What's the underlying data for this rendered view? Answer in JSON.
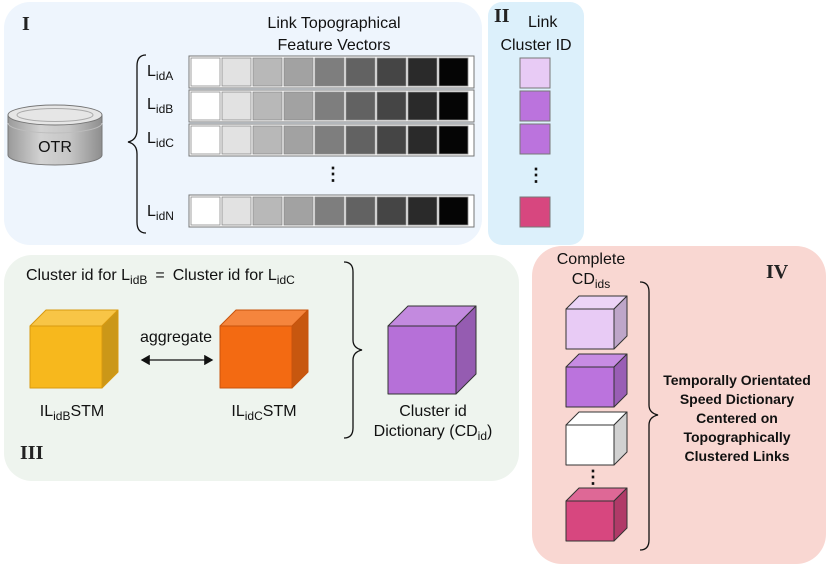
{
  "panels": {
    "one": {
      "numeral": "I",
      "title_line1": "Link Topographical",
      "title_line2": "Feature Vectors",
      "db_label": "OTR",
      "rows": [
        {
          "L": "L",
          "sub": "idA"
        },
        {
          "L": "L",
          "sub": "idB"
        },
        {
          "L": "L",
          "sub": "idC"
        },
        {
          "L": "L",
          "sub": "idN"
        }
      ],
      "ellipsis": "⋮",
      "colors": {
        "background": "#eef5fd",
        "gradient": [
          "#ffffff",
          "#e2e2e2",
          "#b8b8b8",
          "#a2a2a2",
          "#7e7e7e",
          "#626262",
          "#454545",
          "#2a2a2a",
          "#050505"
        ]
      }
    },
    "two": {
      "numeral": "II",
      "title_line1": "Link",
      "title_line2": "Cluster ID",
      "ellipsis": "⋮",
      "colors": {
        "background": "#dcf0fb",
        "swatches": [
          "#e8cbf5",
          "#bb73dd",
          "#bb73dd",
          "#d7477f"
        ]
      }
    },
    "three": {
      "numeral": "III",
      "eq_left": "Cluster id for L",
      "eq_left_sub": "idB",
      "eq_sign": "=",
      "eq_right": "Cluster id for L",
      "eq_right_sub": "idC",
      "aggregate": "aggregate",
      "left_label": "IL",
      "left_label_sub": "idB",
      "left_label_tail": "STM",
      "right_label": "IL",
      "right_label_sub": "idC",
      "right_label_tail": "STM",
      "dict_line1": "Cluster id",
      "dict_line2": "Dictionary (CD",
      "dict_line2_sub": "id",
      "dict_line2_tail": ")",
      "colors": {
        "background": "#eef4ee",
        "left_cube": "#f7b81d",
        "right_cube": "#f36a12",
        "dict_cube": "#b670d8"
      }
    },
    "four": {
      "numeral": "IV",
      "title_line1": "Complete",
      "title_line2": "CD",
      "title_line2_sub": "ids",
      "ellipsis": "⋮",
      "desc_lines": [
        "Temporally Orientated",
        "Speed Dictionary",
        "Centered on",
        "Topographically",
        "Clustered Links"
      ],
      "colors": {
        "background": "#f9d7d2",
        "cubes": [
          "#e8cbf5",
          "#bb73dd",
          "#ffffff",
          "#d7477f"
        ]
      }
    }
  }
}
